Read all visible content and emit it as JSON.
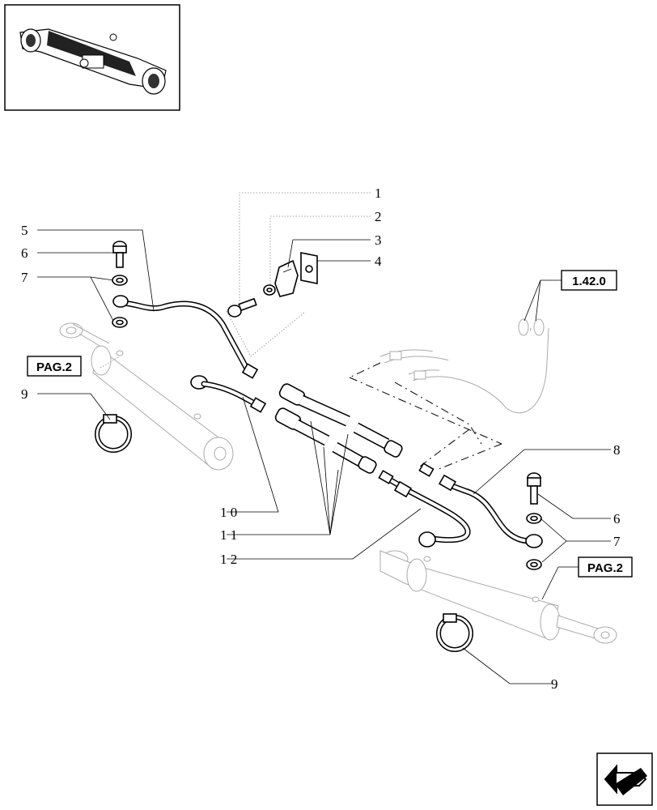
{
  "callouts": {
    "c1": "1",
    "c2": "2",
    "c3": "3",
    "c4": "4",
    "c5": "5",
    "c6_left": "6",
    "c7_left": "7",
    "c9_left": "9",
    "c10": "1 0",
    "c11": "1 1",
    "c12": "1 2",
    "c8": "8",
    "c6_right": "6",
    "c7_right": "7",
    "c9_right": "9"
  },
  "references": {
    "ref_1_42_0": "1.42.0",
    "ref_pag2_left": "PAG.2",
    "ref_pag2_right": "PAG.2"
  },
  "icons": {
    "thumbnail": "axle-thumbnail-icon",
    "nav": "next-page-arrow-icon"
  }
}
